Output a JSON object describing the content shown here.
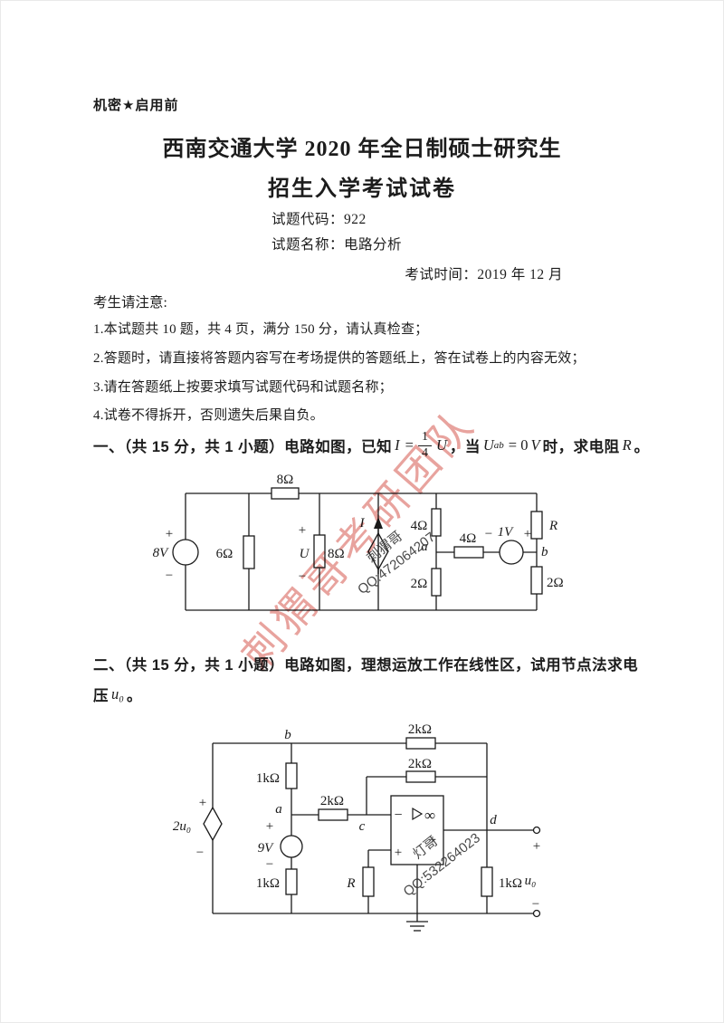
{
  "page": {
    "classification": "机密★启用前",
    "title_line1": "西南交通大学 2020 年全日制硕士研究生",
    "title_line2": "招生入学考试试卷",
    "exam_code": "试题代码：922",
    "exam_name": "试题名称：电路分析",
    "exam_time": "考试时间：2019 年 12 月",
    "notice_header": "考生请注意:",
    "notices": [
      "1.本试题共 10 题，共 4 页，满分 150 分，请认真检查；",
      "2.答题时，请直接将答题内容写在考场提供的答题纸上，答在试卷上的内容无效；",
      "3.请在答题纸上按要求填写试题代码和试题名称；",
      "4.试卷不得拆开，否则遗失后果自负。"
    ]
  },
  "q1": {
    "lead": "一、（共 15 分，共 1 小题）电路如图，已知",
    "var_i": "I",
    "eq1": "=",
    "frac_num": "1",
    "frac_den": "4",
    "var_u": "U",
    "mid": "，当",
    "var_uab": "U",
    "sub_ab": "ab",
    "eq2": "= 0",
    "var_v": "V",
    "tail": "时，求电阻",
    "var_r": "R",
    "period": "。"
  },
  "q2": {
    "line1": "二、（共 15 分，共 1 小题）电路如图，理想运放工作在线性区，试用节点法求电",
    "line2_pre": "压",
    "var_u0": "u₀",
    "period": "。"
  },
  "watermark": {
    "text": "刺猬哥考研团队",
    "color": "#df7f78"
  },
  "circuit1": {
    "labels": {
      "src_plus": "+",
      "src_value": "8V",
      "src_minus": "−",
      "r6": "6Ω",
      "r8_top": "8Ω",
      "u_plus": "+",
      "u_var": "U",
      "u_minus": "−",
      "r8_mid": "8Ω",
      "i_var": "I",
      "r4_upper": "4Ω",
      "node_a": "a",
      "r2_lower": "2Ω",
      "r4_mid": "4Ω",
      "v1_minus": "−",
      "v1_value": "1V",
      "v1_plus": "+",
      "r_var": "R",
      "node_b": "b",
      "r2_right": "2Ω"
    },
    "watermark_line1": "刺猬哥",
    "watermark_line2": "QQ:472064207"
  },
  "circuit2": {
    "labels": {
      "dep_plus": "+",
      "dep_value": "2u₀",
      "dep_minus": "−",
      "node_b": "b",
      "r1k_left": "1kΩ",
      "node_a": "a",
      "r2k_top": "2kΩ",
      "r2k_mid": "2kΩ",
      "r2k_in": "2kΩ",
      "v9_plus": "+",
      "v9_value": "9V",
      "v9_minus": "−",
      "r1k_bottom": "1kΩ",
      "node_c": "c",
      "opamp_minus": "−",
      "opamp_inf": "∞",
      "opamp_plus": "+",
      "out_plus": "+",
      "node_d": "d",
      "r_var": "R",
      "r1k_right": "1kΩ",
      "term_plus": "+",
      "u0": "u₀",
      "term_minus": "−"
    },
    "watermark_line1": "灯哥",
    "watermark_line2": "QQ:532264023"
  }
}
